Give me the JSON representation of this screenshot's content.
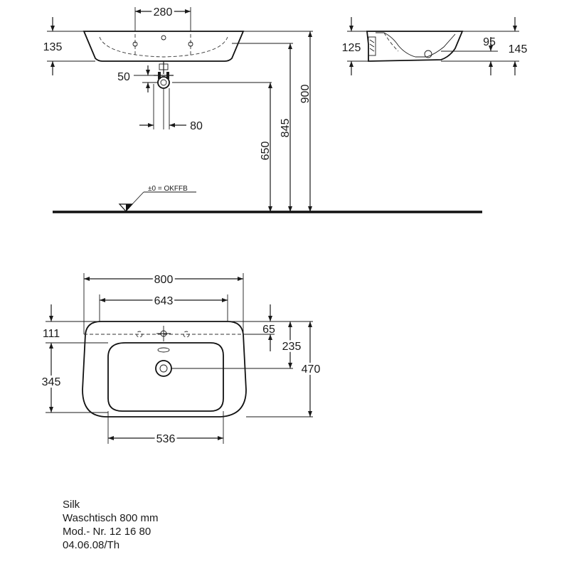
{
  "dimensions": {
    "front_tap_spacing": "280",
    "front_rim_height": "135",
    "front_offset": "50",
    "front_drain_offset": "80",
    "height_650": "650",
    "height_845": "845",
    "height_900": "900",
    "side_125": "125",
    "side_95": "95",
    "side_145": "145",
    "plan_width": "800",
    "plan_inner_width": "643",
    "plan_basin_width": "536",
    "plan_111": "111",
    "plan_345": "345",
    "plan_65": "65",
    "plan_235": "235",
    "plan_470": "470"
  },
  "floor_label": "±0 = OKFFB",
  "caption": {
    "line1": "Silk",
    "line2": "Waschtisch 800 mm",
    "line3": "Mod.- Nr. 12 16 80",
    "line4": "04.06.08/Th"
  }
}
